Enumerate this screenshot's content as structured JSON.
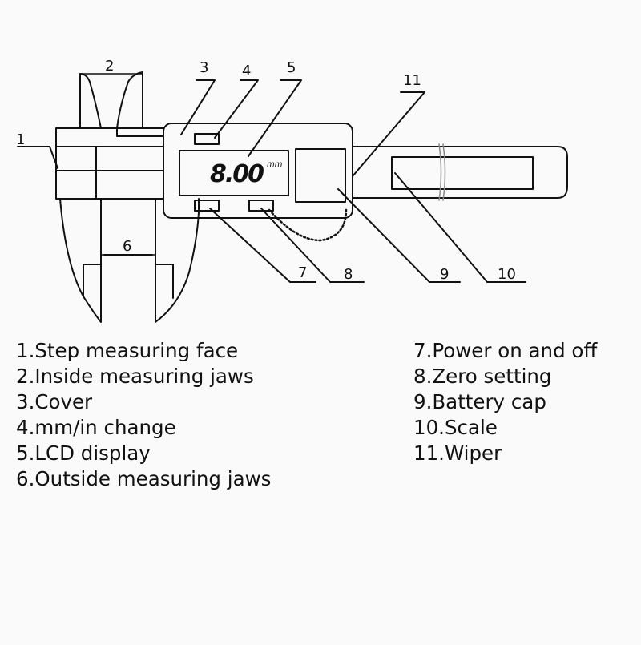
{
  "callouts": [
    "1",
    "2",
    "3",
    "4",
    "5",
    "6",
    "7",
    "8",
    "9",
    "10",
    "11"
  ],
  "display": {
    "reading": "8.00",
    "unit": "mm"
  },
  "legend": {
    "left": [
      "1.Step measuring face",
      "2.Inside measuring jaws",
      "3.Cover",
      "4.mm/in change",
      "5.LCD display",
      "6.Outside measuring jaws"
    ],
    "right": [
      "7.Power on and off",
      "8.Zero setting",
      "9.Battery cap",
      "10.Scale",
      "11.Wiper"
    ]
  }
}
